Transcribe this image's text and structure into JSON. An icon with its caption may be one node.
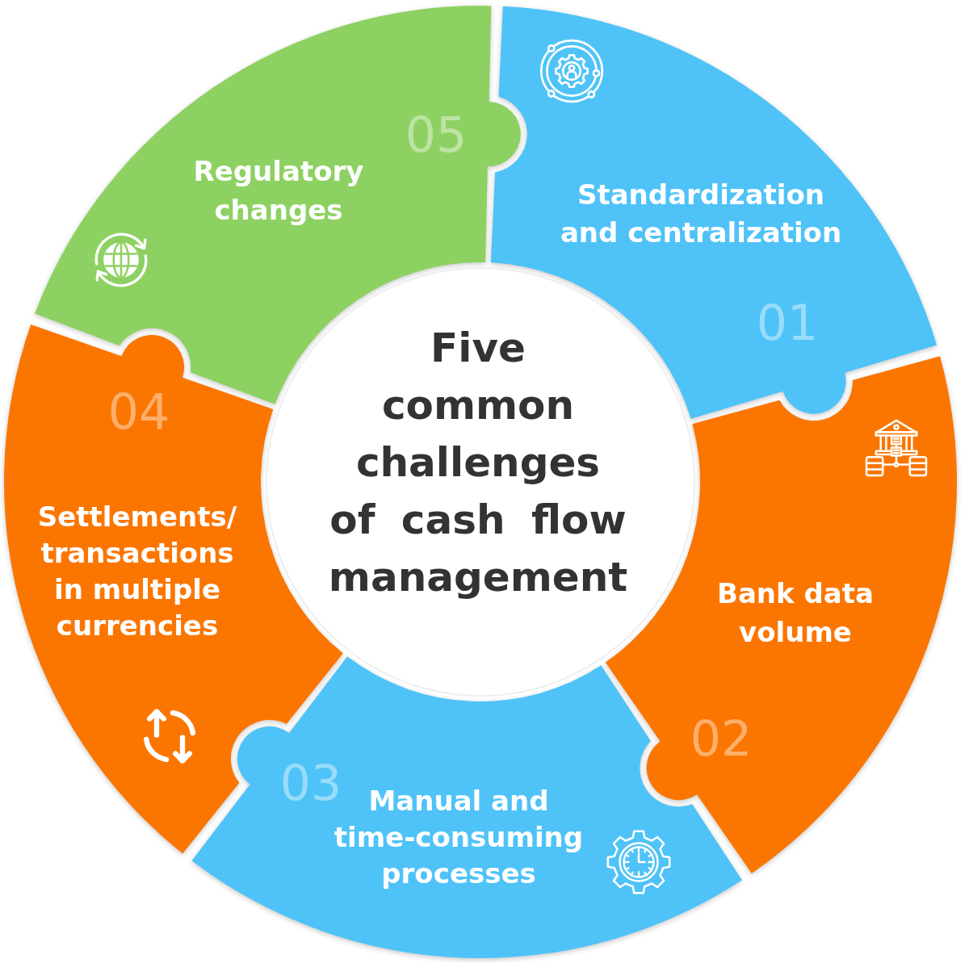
{
  "diagram": {
    "nodes": [
      {
        "text": [
          "Five common challenges of cash flow management"
        ]
      },
      {
        "text": [
          "Standardization and centralization",
          "01"
        ]
      },
      {
        "text": [
          "Bank data volume",
          "02"
        ]
      },
      {
        "text": [
          "03",
          "Manual and time-consuming processes"
        ]
      },
      {
        "text": [
          "04",
          "Settlements/ transactions in multiple currencies"
        ]
      },
      {
        "text": [
          "05",
          "Regulatory changes"
        ]
      }
    ]
  }
}
